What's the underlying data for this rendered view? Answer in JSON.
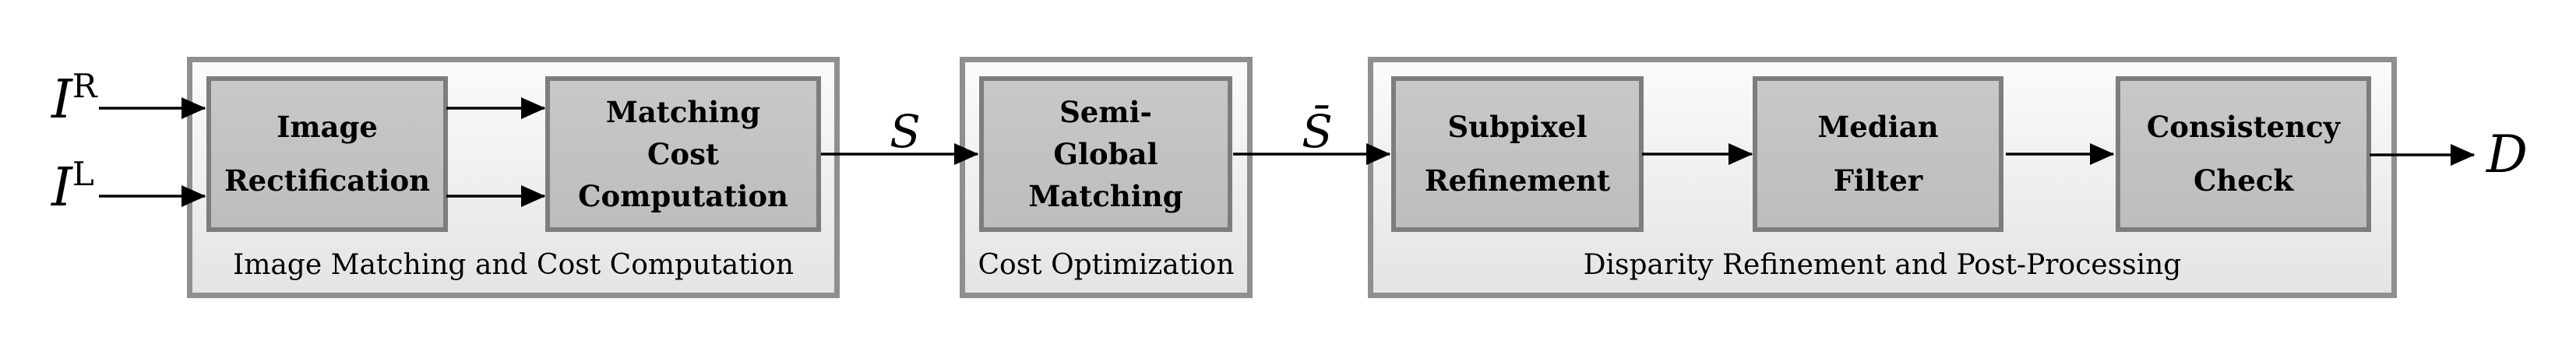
{
  "diagram": {
    "inputs": {
      "right": {
        "base": "I",
        "sup": "R"
      },
      "left": {
        "base": "I",
        "sup": "L"
      }
    },
    "signals": {
      "cost_volume": "S",
      "aggregated_cost": "S̄",
      "disparity_output": "D"
    },
    "stages": [
      {
        "label": "Image Matching and Cost Computation",
        "boxes": [
          {
            "lines": [
              "Image",
              "Rectification"
            ]
          },
          {
            "lines": [
              "Matching",
              "Cost",
              "Computation"
            ]
          }
        ]
      },
      {
        "label": "Cost Optimization",
        "boxes": [
          {
            "lines": [
              "Semi-",
              "Global",
              "Matching"
            ]
          }
        ]
      },
      {
        "label": "Disparity Refinement and Post-Processing",
        "boxes": [
          {
            "lines": [
              "Subpixel",
              "Refinement"
            ]
          },
          {
            "lines": [
              "Median",
              "Filter"
            ]
          },
          {
            "lines": [
              "Consistency",
              "Check"
            ]
          }
        ]
      }
    ]
  },
  "colors": {
    "ink": "#000000",
    "container_border": "#8f8f8f",
    "container_fill_top": "#fbfbfb",
    "container_fill_bottom": "#e4e4e4",
    "box_border": "#7d7d7d",
    "box_fill_top": "#c8c8c8",
    "box_fill_bottom": "#bdbdbd"
  }
}
